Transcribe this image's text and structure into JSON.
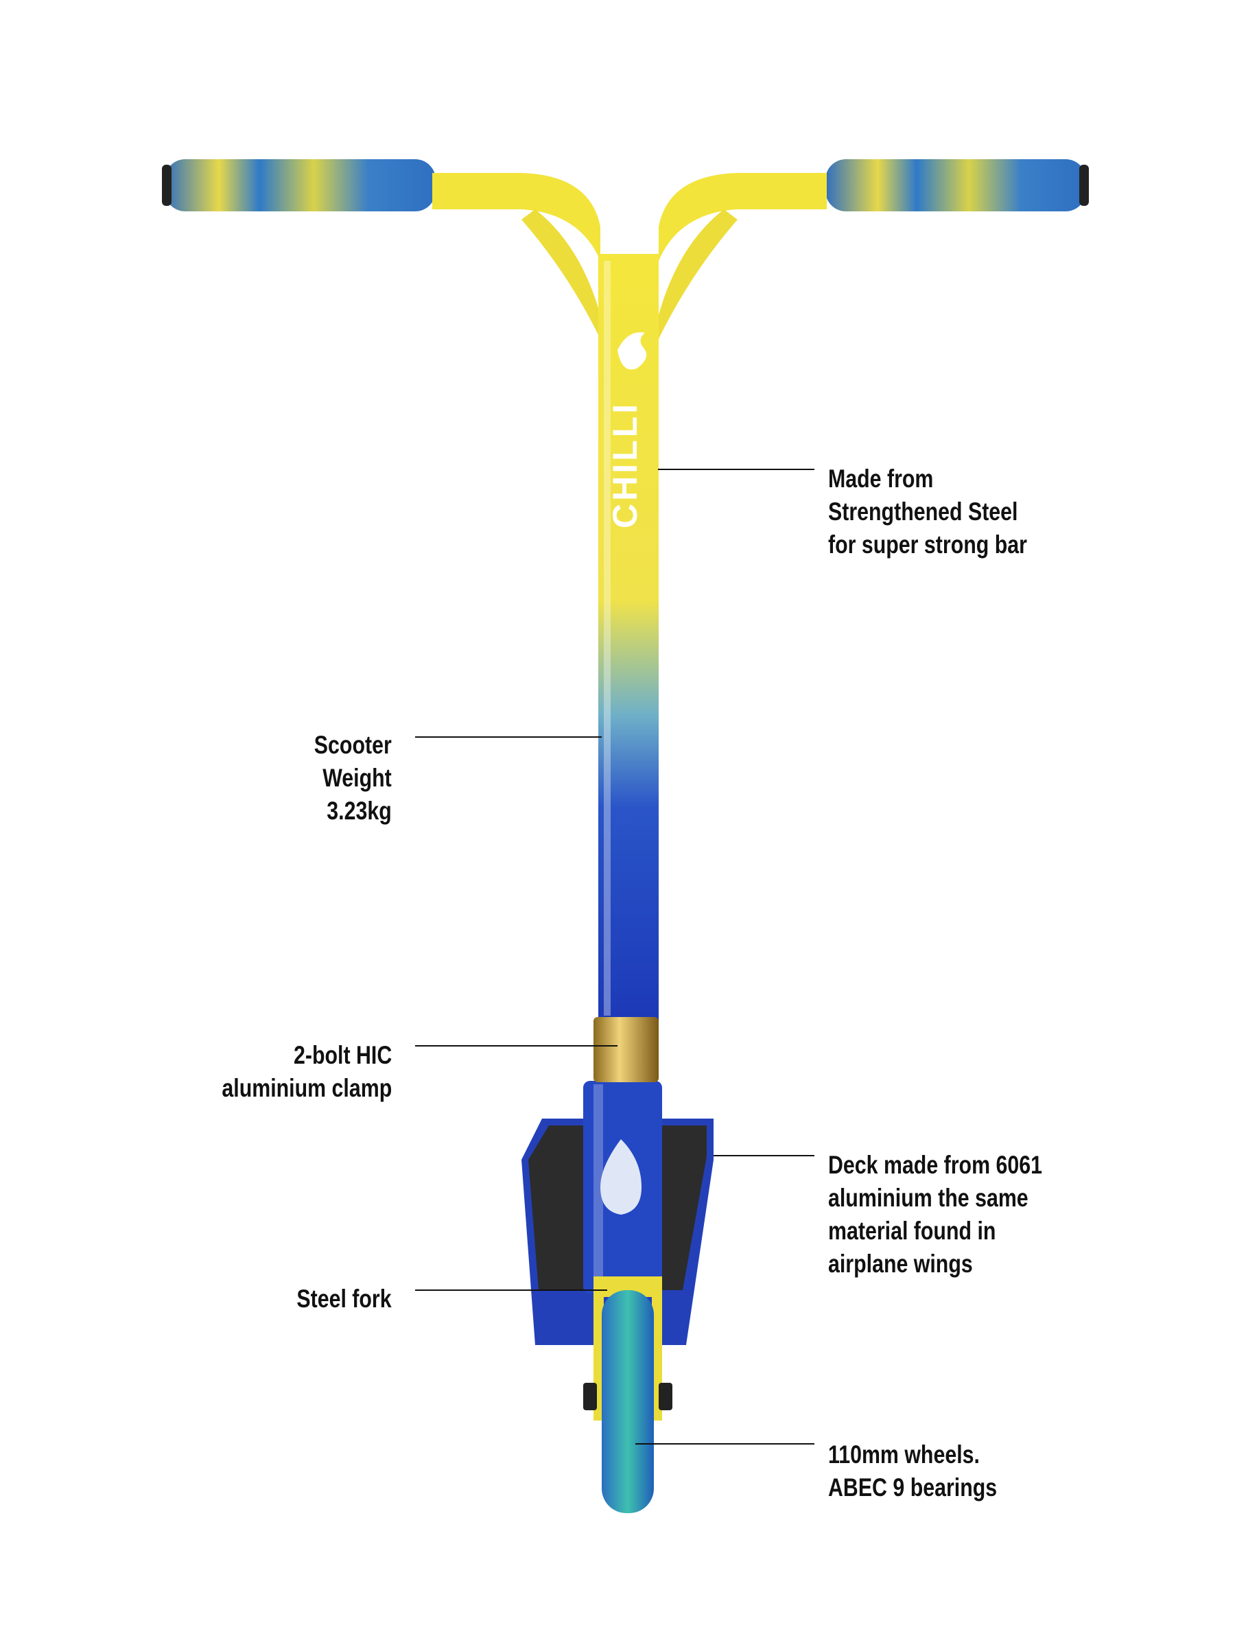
{
  "brand_logo": "CHILLI",
  "callouts": {
    "bar": [
      "Made from",
      "Strengthened Steel",
      "for super strong bar"
    ],
    "weight": [
      "Scooter",
      "Weight",
      "3.23kg"
    ],
    "clamp": [
      "2-bolt HIC",
      "aluminium clamp"
    ],
    "deck": [
      "Deck made from 6061",
      "aluminium the same",
      "material found in",
      "airplane wings"
    ],
    "fork": [
      "Steel fork"
    ],
    "wheels": [
      "110mm wheels.",
      "ABEC 9 bearings"
    ]
  },
  "colors": {
    "yellow": "#f2e43a",
    "blue": "#1f3fbf",
    "gold": "#c9a43a",
    "grip": "#2a2a2a"
  }
}
